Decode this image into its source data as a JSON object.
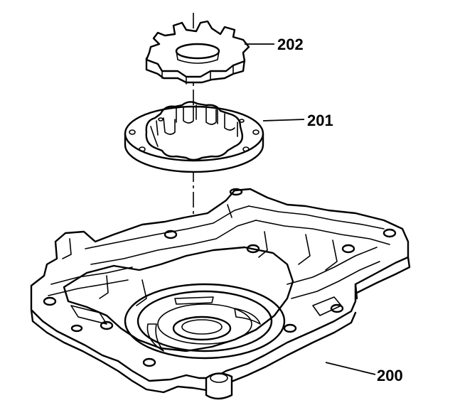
{
  "labels": {
    "inner_gear": "202",
    "outer_gear": "201",
    "pump_body": "200"
  }
}
